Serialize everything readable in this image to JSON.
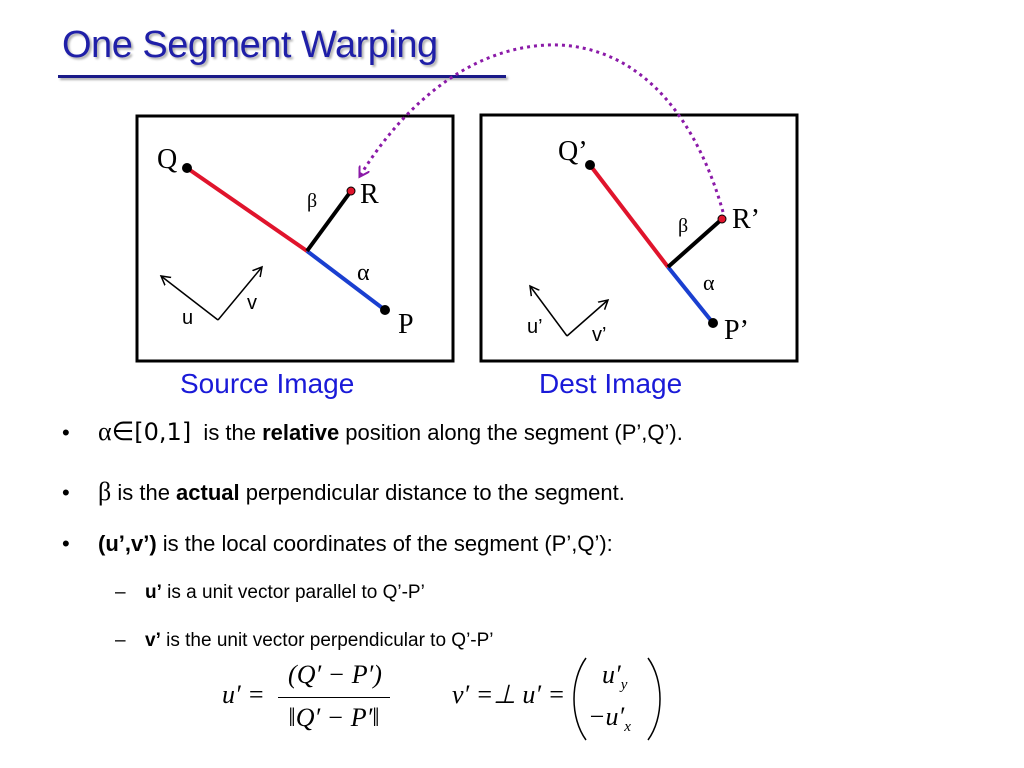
{
  "slide": {
    "title": "One Segment Warping"
  },
  "source": {
    "caption": "Source Image",
    "label_q": "Q",
    "label_r": "R",
    "label_p": "P",
    "label_beta": "β",
    "label_alpha": "α",
    "label_u": "u",
    "label_v": "v"
  },
  "dest": {
    "caption": "Dest Image",
    "label_q": "Q’",
    "label_r": "R’",
    "label_p": "P’",
    "label_beta": "β",
    "label_alpha": "α",
    "label_u": "u’",
    "label_v": "v’"
  },
  "bullets": [
    {
      "symbol": "α∈",
      "range": "[0,1]",
      "pre": " is the ",
      "bold": "relative",
      "post": " position along the segment (P’,Q’)."
    },
    {
      "symbol": "β",
      "pre": " is the ",
      "bold": "actual",
      "post": " perpendicular distance to the segment."
    },
    {
      "bold": "(u’,v’)",
      "post": " is the local coordinates of the segment (P’,Q’):"
    }
  ],
  "subbullets": [
    {
      "bold": "u’",
      "post": " is a unit vector parallel to Q’-P’"
    },
    {
      "bold": "v’",
      "post": " is the unit vector perpendicular to Q’-P’"
    }
  ],
  "equations": {
    "u_lhs": "u′ =",
    "u_num": "(Q′ − P′)",
    "u_den": "‖Q′ − P′‖",
    "v_lhs": "v′ =⊥ u′ =",
    "v_top": "u′",
    "v_top_sub": "y",
    "v_bot": "−u′",
    "v_bot_sub": "x"
  },
  "colors": {
    "title": "#1f1fa8",
    "caption": "#1a1ad8",
    "segment_red": "#e0142c",
    "segment_blue": "#1a3fd0",
    "arrow_dotted": "#8b1aa8"
  }
}
